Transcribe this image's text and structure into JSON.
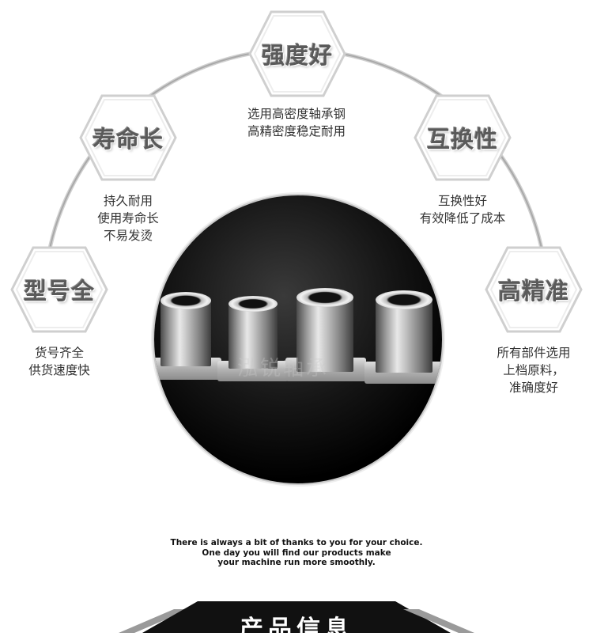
{
  "features": [
    {
      "key": "strength",
      "title": "强度好",
      "lines": [
        "选用高密度轴承钢",
        "高精密度稳定耐用"
      ]
    },
    {
      "key": "life",
      "title": "寿命长",
      "lines": [
        "持久耐用",
        "使用寿命长",
        "不易发烫"
      ]
    },
    {
      "key": "interchange",
      "title": "互换性",
      "lines": [
        "互换性好",
        "有效降低了成本"
      ]
    },
    {
      "key": "models",
      "title": "型号全",
      "lines": [
        "货号齐全",
        "供货速度快"
      ]
    },
    {
      "key": "precision",
      "title": "高精准",
      "lines": [
        "所有部件选用",
        "上档原料，",
        "准确度好"
      ]
    }
  ],
  "watermark": "泓锐轴承",
  "thanks": [
    "There is always a bit of thanks to you for your choice.",
    "One day you will find our products make",
    "your machine run more smoothly."
  ],
  "banner_title": "产品信息"
}
